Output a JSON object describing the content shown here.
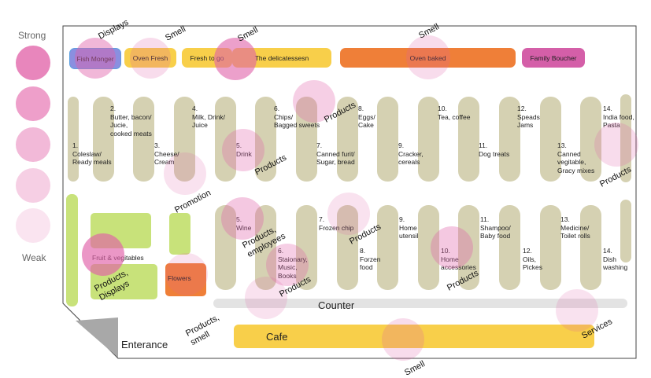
{
  "legend": {
    "strong_label": "Strong",
    "weak_label": "Weak",
    "circle_colors": [
      "#e886bc",
      "#ee9fca",
      "#f2b9d8",
      "#f6cfe4",
      "#fae4f0"
    ]
  },
  "top_counters": [
    {
      "label": "Fish Monger",
      "color": "#8a8fe0"
    },
    {
      "label": "Oven Fresh",
      "color": "#f8cf4a"
    },
    {
      "label": "Fresh to go",
      "color": "#f8cf4a"
    },
    {
      "label": "The delicatessesn",
      "color": "#f8cf4a"
    },
    {
      "label": "Oven baked",
      "color": "#ef7f38"
    },
    {
      "label": "Family Boucher",
      "color": "#d45fa8"
    }
  ],
  "upper_aisles": [
    {
      "label": "1.\nColeslaw/\nReady meals"
    },
    {
      "label": "2.\nButter, bacon/\nJucie,\ncooked meats"
    },
    {
      "label": "3.\nCheese/\nCream"
    },
    {
      "label": "4.\nMilk, Drink/\nJuice"
    },
    {
      "label": "5.\nDrink"
    },
    {
      "label": "6.\nChips/\nBagged sweets"
    },
    {
      "label": "7.\nCanned furit/\nSugar, bread"
    },
    {
      "label": "8.\nEggs/\nCake"
    },
    {
      "label": "9.\nCracker,\ncereals"
    },
    {
      "label": "10.\nTea, coffee"
    },
    {
      "label": "11.\nDog treats"
    },
    {
      "label": "12.\nSpeads\nJams"
    },
    {
      "label": "13.\nCanned\nvegitable,\nGracy mixes"
    },
    {
      "label": "14.\nIndia food,\nPasta"
    }
  ],
  "lower_aisles": [
    {
      "label": "5.\nWine"
    },
    {
      "label": "6.\nStaionary,\nMusic,\nBooks"
    },
    {
      "label": "7.\nFrozen chip"
    },
    {
      "label": "8.\nForzen\nfood"
    },
    {
      "label": "9.\nHome\nutensil"
    },
    {
      "label": "10.\nHome\naccessories"
    },
    {
      "label": "11.\nShampoo/\nBaby food"
    },
    {
      "label": "12.\nOils,\nPickes"
    },
    {
      "label": "13.\nMedicine/\nToilet rolls"
    },
    {
      "label": "14.\nDish\nwashing"
    }
  ],
  "sections": {
    "fruit": "Fruit & vegitables",
    "flowers": "Flowers",
    "counter": "Counter",
    "cafe": "Cafe",
    "entrance": "Enterance"
  },
  "annotations": {
    "displays_top": "Displays",
    "smell_oven": "Smell",
    "smell_fresh": "Smell",
    "smell_baked": "Smell",
    "products_chips": "Products",
    "products_drink": "Products",
    "promotion": "Promotion",
    "products_india": "Products",
    "products_employees": "Products,\nemployees",
    "products_frozen": "Products",
    "products_fruit": "Products,\nDisplays",
    "products_books": "Products",
    "products_home": "Products",
    "products_smell": "Products,\nsmell",
    "services": "Services",
    "smell_cafe": "Smell"
  },
  "colors": {
    "aisle": "#d5d1b2",
    "heat": "#e060a8",
    "green": "#c8e27a",
    "flowers": "#ef7f38",
    "cafe": "#f8cf4a",
    "counter": "#e3e3e3"
  }
}
